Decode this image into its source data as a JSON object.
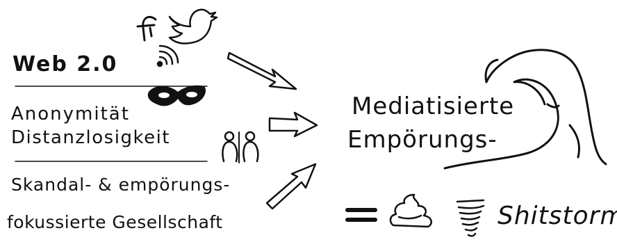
{
  "left": {
    "web": "Web 2.0",
    "anonymity": "Anonymität",
    "distance": "Distanzlosigkeit",
    "society_line1": "Skandal- & empörungs-",
    "society_line2": "fokussierte Gesellschaft"
  },
  "right": {
    "line1": "Mediatisierte",
    "line2": "Empörungs-",
    "result": "Shitstorm"
  },
  "icons": [
    "facebook-icon",
    "twitter-bird-icon",
    "rss-icon",
    "mask-icon",
    "two-people-icon",
    "arrow-icon",
    "equals-icon",
    "poop-icon",
    "tornado-icon",
    "wave-icon"
  ]
}
